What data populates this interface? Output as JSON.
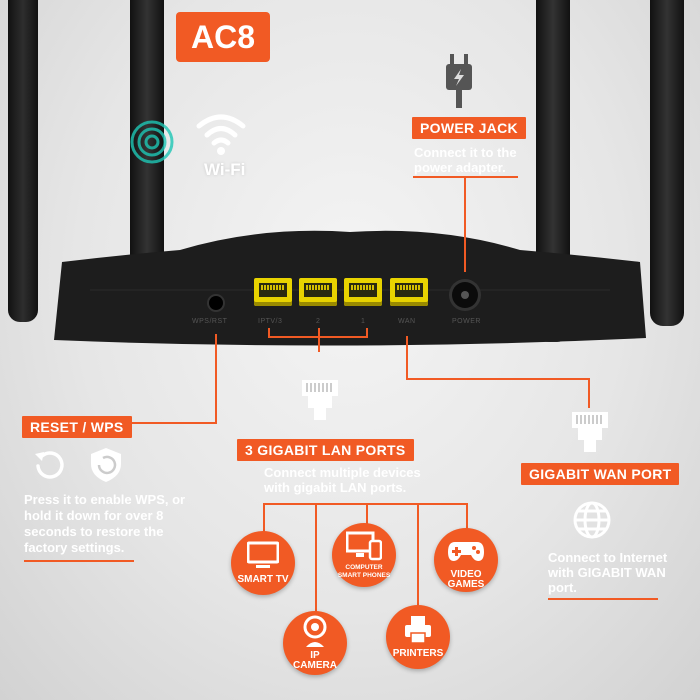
{
  "logo": "AC8",
  "wifi_label": "Wi-Fi",
  "power_jack": {
    "title": "POWER JACK",
    "desc": [
      "Connect it to the",
      "power adapter."
    ]
  },
  "reset_wps": {
    "title": "RESET / WPS",
    "desc": [
      "Press it to enable WPS, or",
      "hold it down for over 8",
      "seconds to restore the",
      "factory settings."
    ]
  },
  "lan_ports": {
    "title": "3 GIGABIT LAN PORTS",
    "desc": [
      "Connect multiple devices",
      "with gigabit LAN ports."
    ]
  },
  "wan_port": {
    "title": "GIGABIT WAN  PORT",
    "desc": [
      "Connect to Internet",
      "with GIGABIT WAN",
      "port."
    ]
  },
  "router_labels": {
    "wps_rst": "WPS/RST",
    "iptv": "IPTV/3",
    "lan2": "2",
    "lan1": "1",
    "wan": "WAN",
    "power": "POWER"
  },
  "devices": [
    {
      "label": [
        "SMART TV"
      ],
      "icon": "tv-icon"
    },
    {
      "label": [
        "COMPUTER",
        "SMART PHONES"
      ],
      "icon": "computer-phone-icon"
    },
    {
      "label": [
        "VIDEO",
        "GAMES"
      ],
      "icon": "gamepad-icon"
    },
    {
      "label": [
        "IP",
        "CAMERA"
      ],
      "icon": "webcam-icon"
    },
    {
      "label": [
        "PRINTERS"
      ],
      "icon": "printer-icon"
    }
  ],
  "colors": {
    "accent": "#f15a24",
    "router": "#1c1c1c",
    "port": "#e8d300",
    "background": "#e6e6e6"
  }
}
